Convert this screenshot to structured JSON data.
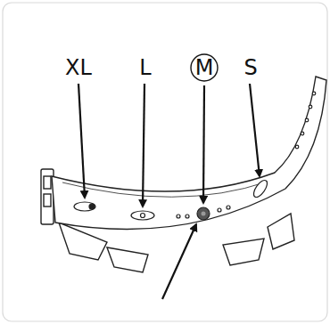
{
  "diagram": {
    "nodes": [
      {
        "text": [
          "M"
        ]
      }
    ],
    "labels": [
      "XL",
      "L",
      "S"
    ]
  }
}
